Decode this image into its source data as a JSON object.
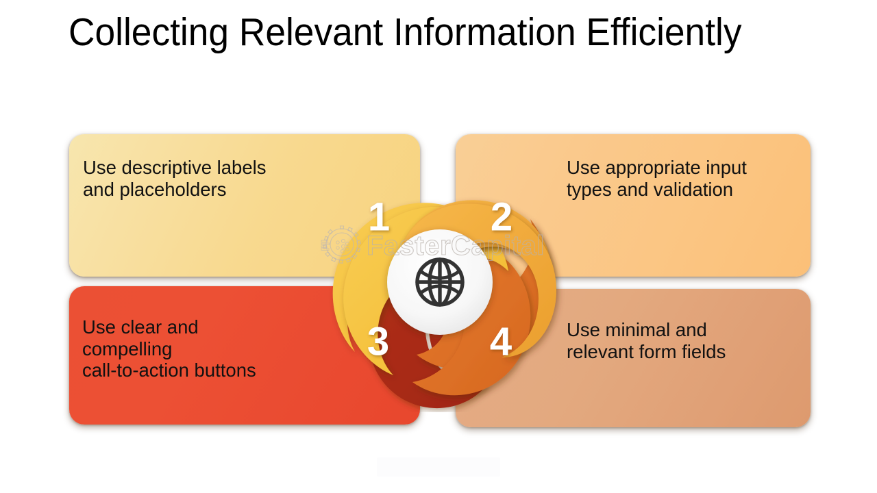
{
  "slide": {
    "title": "Collecting Relevant Information Efficiently",
    "background_color": "#ffffff"
  },
  "quadrants": [
    {
      "number": "1",
      "text": "Use descriptive labels\nand placeholders",
      "card_color": "#f8d98f",
      "petal_color": "#f5c13c",
      "position": "top-left"
    },
    {
      "number": "2",
      "text": "Use appropriate input\ntypes and validation",
      "card_color": "#fbc684",
      "petal_color": "#f0a93a",
      "position": "top-right"
    },
    {
      "number": "3",
      "text": "Use clear and\ncompelling\ncall-to-action buttons",
      "card_color": "#ea4b31",
      "petal_color": "#a82a14",
      "position": "bottom-left"
    },
    {
      "number": "4",
      "text": "Use minimal and\nrelevant form fields",
      "card_color": "#e0a076",
      "petal_color": "#dd7026",
      "position": "bottom-right"
    }
  ],
  "hub": {
    "icon": "globe-icon",
    "icon_color": "#333333",
    "background_color": "#f6f6f6"
  },
  "watermark": {
    "text": "FasterCapital",
    "logo": "gear-icon",
    "color": "#b9b2ac"
  }
}
